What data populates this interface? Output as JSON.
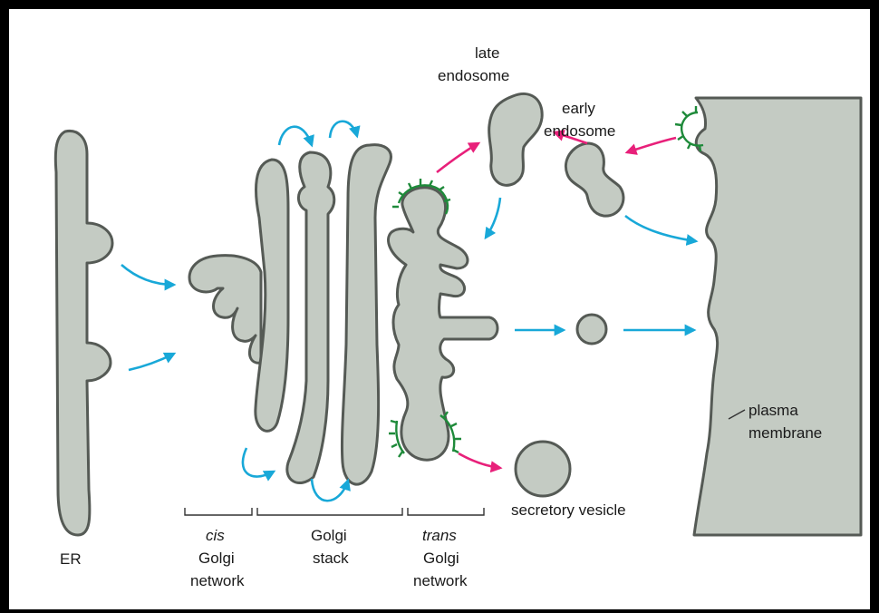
{
  "labels": {
    "late_endosome_line1": "late",
    "late_endosome_line2": "endosome",
    "early_endosome_line1": "early",
    "early_endosome_line2": "endosome",
    "er": "ER",
    "cis_line1": "cis",
    "cis_line2": "Golgi",
    "cis_line3": "network",
    "stack_line1": "Golgi",
    "stack_line2": "stack",
    "trans_line1": "trans",
    "trans_line2": "Golgi",
    "trans_line3": "network",
    "secretory_vesicle": "secretory vesicle",
    "plasma_line1": "plasma",
    "plasma_line2": "membrane"
  },
  "colors": {
    "organelle_fill": "#c4cbc3",
    "organelle_stroke": "#555a55",
    "forward_arrow": "#18a8d8",
    "endocytic_arrow": "#e8207a",
    "clathrin_coat": "#1e8a3a"
  }
}
